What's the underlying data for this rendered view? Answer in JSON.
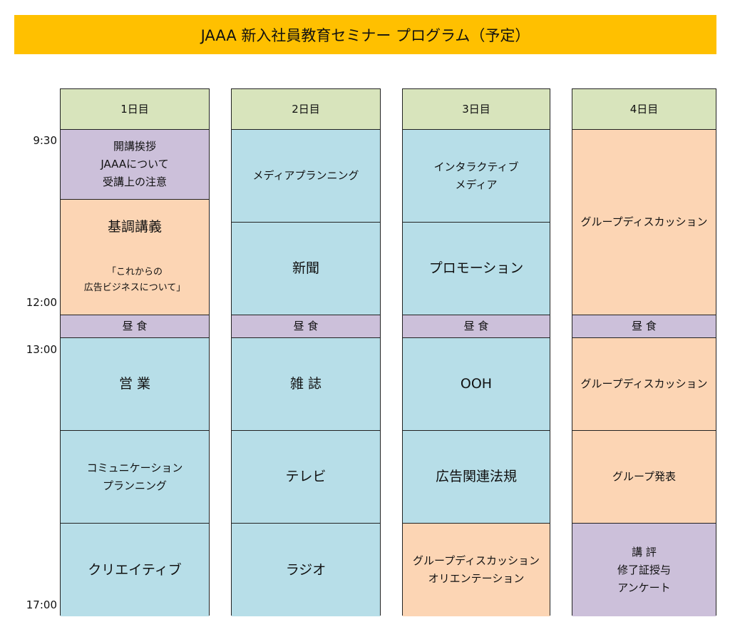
{
  "title": "JAAA 新入社員教育セミナー プログラム（予定）",
  "colors": {
    "title": "#ffc000",
    "header": "#d8e4bc",
    "purple": "#ccc0da",
    "orange": "#fcd5b4",
    "blue": "#b7dee8"
  },
  "times": [
    "9:30",
    "12:00",
    "13:00",
    "17:00"
  ],
  "days": [
    {
      "label": "1日目",
      "sessions": [
        {
          "text": "開講挨拶\nJAAAについて\n受講上の注意",
          "color": "purple"
        },
        {
          "text": "基調講義",
          "sub": "「これからの\n広告ビジネスについて」",
          "color": "orange",
          "big": true
        },
        {
          "text": "昼 食",
          "color": "purple"
        },
        {
          "text": "営 業",
          "color": "blue",
          "big": true
        },
        {
          "text": "コミュニケーション\nプランニング",
          "color": "blue"
        },
        {
          "text": "クリエイティブ",
          "color": "blue",
          "big": true
        }
      ]
    },
    {
      "label": "2日目",
      "sessions": [
        {
          "text": "メディアプランニング",
          "color": "blue"
        },
        {
          "text": "新聞",
          "color": "blue",
          "big": true
        },
        {
          "text": "昼 食",
          "color": "purple"
        },
        {
          "text": "雑 誌",
          "color": "blue",
          "big": true
        },
        {
          "text": "テレビ",
          "color": "blue",
          "big": true
        },
        {
          "text": "ラジオ",
          "color": "blue",
          "big": true
        }
      ]
    },
    {
      "label": "3日目",
      "sessions": [
        {
          "text": "インタラクティブ\nメディア",
          "color": "blue"
        },
        {
          "text": "プロモーション",
          "color": "blue",
          "big": true
        },
        {
          "text": "昼 食",
          "color": "purple"
        },
        {
          "text": "OOH",
          "color": "blue",
          "big": true
        },
        {
          "text": "広告関連法規",
          "color": "blue",
          "big": true
        },
        {
          "text": "グループディスカッション\nオリエンテーション",
          "color": "orange"
        }
      ]
    },
    {
      "label": "4日目",
      "sessions": [
        {
          "text": "グループディスカッション",
          "color": "orange"
        },
        {
          "text": "昼 食",
          "color": "purple"
        },
        {
          "text": "グループディスカッション",
          "color": "orange"
        },
        {
          "text": "グループ発表",
          "color": "orange"
        },
        {
          "text": "講 評\n修了証授与\nアンケート",
          "color": "purple"
        }
      ]
    }
  ]
}
